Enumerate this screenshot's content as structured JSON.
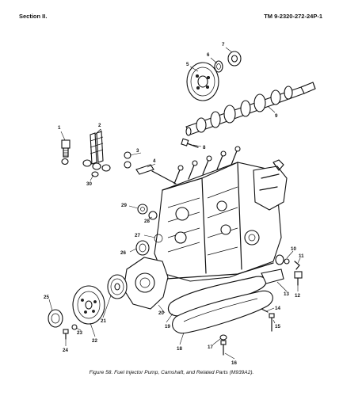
{
  "header": {
    "section": "Section II.",
    "doc_number": "TM 9-2320-272-24P-1"
  },
  "figure": {
    "caption": "Figure 58.  Fuel Injector Pump, Camshaft, and Related Parts (M939A2)."
  },
  "callouts": [
    "1",
    "2",
    "3",
    "4",
    "5",
    "6",
    "7",
    "8",
    "9",
    "10",
    "11",
    "12",
    "13",
    "14",
    "15",
    "16",
    "17",
    "18",
    "19",
    "20",
    "21",
    "22",
    "23",
    "24",
    "25",
    "26",
    "27",
    "28",
    "29",
    "30"
  ]
}
